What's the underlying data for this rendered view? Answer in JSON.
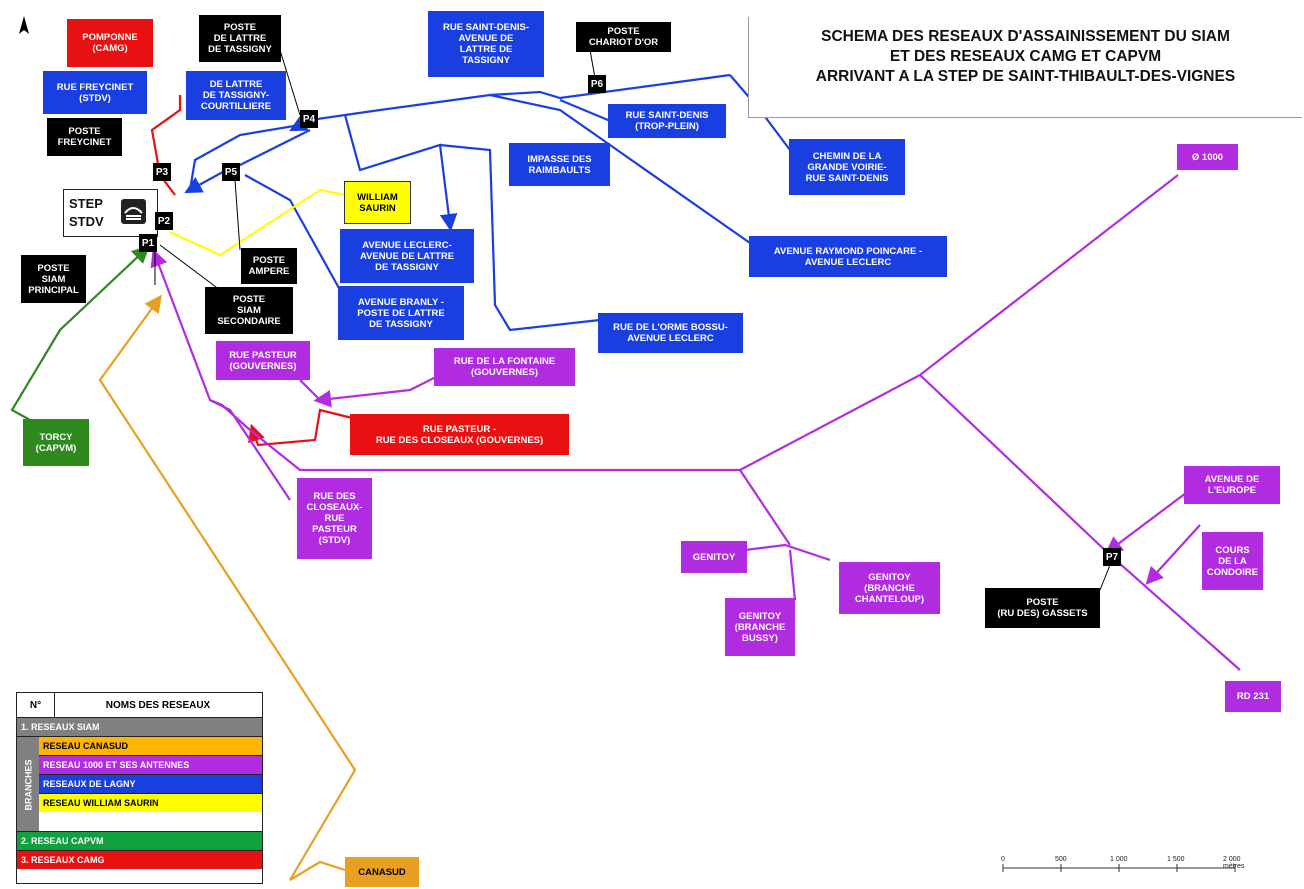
{
  "title": "SCHEMA DES RESEAUX D'ASSAINISSEMENT DU SIAM\nET DES RESEAUX CAMG ET CAPVM\nARRIVANT A LA STEP DE SAINT-THIBAULT-DES-VIGNES",
  "north_label": "N",
  "step": {
    "label": "STEP\nSTDV"
  },
  "nodes": {
    "p1": "P1",
    "p2": "P2",
    "p3": "P3",
    "p4": "P4",
    "p5": "P5",
    "p6": "P6",
    "p7": "P7"
  },
  "labels": {
    "pomponne": "POMPONNE\n(CAMG)",
    "poste_delattre": "POSTE\nDE LATTRE\nDE TASSIGNY",
    "rue_freycinet": "RUE FREYCINET\n(STDV)",
    "delattre_courtilliere": "DE LATTRE\nDE TASSIGNY-\nCOURTILLIERE",
    "poste_freycinet": "POSTE\nFREYCINET",
    "rue_st_denis_delattre": "RUE SAINT-DENIS-\nAVENUE DE\nLATTRE DE\nTASSIGNY",
    "poste_chariot": "POSTE\nCHARIOT D'OR",
    "rue_st_denis_trop": "RUE SAINT-DENIS\n(TROP-PLEIN)",
    "impasse_raimbaults": "IMPASSE DES\nRAIMBAULTS",
    "chemin_grande_voirie": "CHEMIN DE LA\nGRANDE VOIRIE-\nRUE SAINT-DENIS",
    "william_saurin": "WILLIAM\nSAURIN",
    "avenue_leclerc_delattre": "AVENUE LECLERC-\nAVENUE DE LATTRE\nDE TASSIGNY",
    "avenue_raymond": "AVENUE RAYMOND POINCARE -\nAVENUE LECLERC",
    "poste_ampere": "POSTE\nAMPERE",
    "poste_siam_principal": "POSTE\nSIAM\nPRINCIPAL",
    "poste_siam_secondaire": "POSTE\nSIAM\nSECONDAIRE",
    "avenue_branly": "AVENUE BRANLY -\nPOSTE DE LATTRE\nDE TASSIGNY",
    "rue_orme_bossu": "RUE DE L'ORME BOSSU-\nAVENUE LECLERC",
    "rue_pasteur_gouvernes": "RUE PASTEUR\n(GOUVERNES)",
    "rue_fontaine": "RUE DE LA FONTAINE\n(GOUVERNES)",
    "rue_pasteur_closeaux": "RUE PASTEUR -\nRUE DES CLOSEAUX (GOUVERNES)",
    "torcy": "TORCY\n(CAPVM)",
    "rue_closeaux_pasteur": "RUE DES\nCLOSEAUX-\nRUE\nPASTEUR\n(STDV)",
    "d1000": "Ø 1000",
    "avenue_europe": "AVENUE DE\nL'EUROPE",
    "genitoy": "GENITOY",
    "genitoy_chanteloup": "GENITOY\n(BRANCHE\nCHANTELOUP)",
    "genitoy_bussy": "GENITOY\n(BRANCHE\nBUSSY)",
    "cours_condoire": "COURS\nDE LA\nCONDOIRE",
    "poste_gassets": "POSTE\n(RU DES) GASSETS",
    "rd231": "RD 231",
    "canasud": "CANASUD"
  },
  "legend": {
    "header_n": "N°",
    "header_name": "NOMS DES RESEAUX",
    "branches_label": "BRANCHES",
    "rows": [
      {
        "text": "1. RESEAUX SIAM",
        "color": "#808080"
      },
      {
        "text": "RESEAU CANASUD",
        "color": "#ffb400"
      },
      {
        "text": "RESEAU 1000  ET SES ANTENNES",
        "color": "#b12ce0"
      },
      {
        "text": "RESEAUX DE LAGNY",
        "color": "#1a3fe0"
      },
      {
        "text": "RESEAU WILLIAM SAURIN",
        "color": "#ffff00"
      },
      {
        "text": "2. RESEAU CAPVM",
        "color": "#10a040"
      },
      {
        "text": "3. RESEAUX CAMG",
        "color": "#e81010"
      }
    ]
  },
  "scale": {
    "ticks": [
      "0",
      "500",
      "1 000",
      "1 500",
      "2 000 mètres"
    ]
  },
  "colors": {
    "blue": "#1a3fe0",
    "purple": "#b12ce0",
    "red": "#e81010",
    "green": "#2e8a1f",
    "yellow": "#ffff00",
    "orange": "#e8a020"
  }
}
